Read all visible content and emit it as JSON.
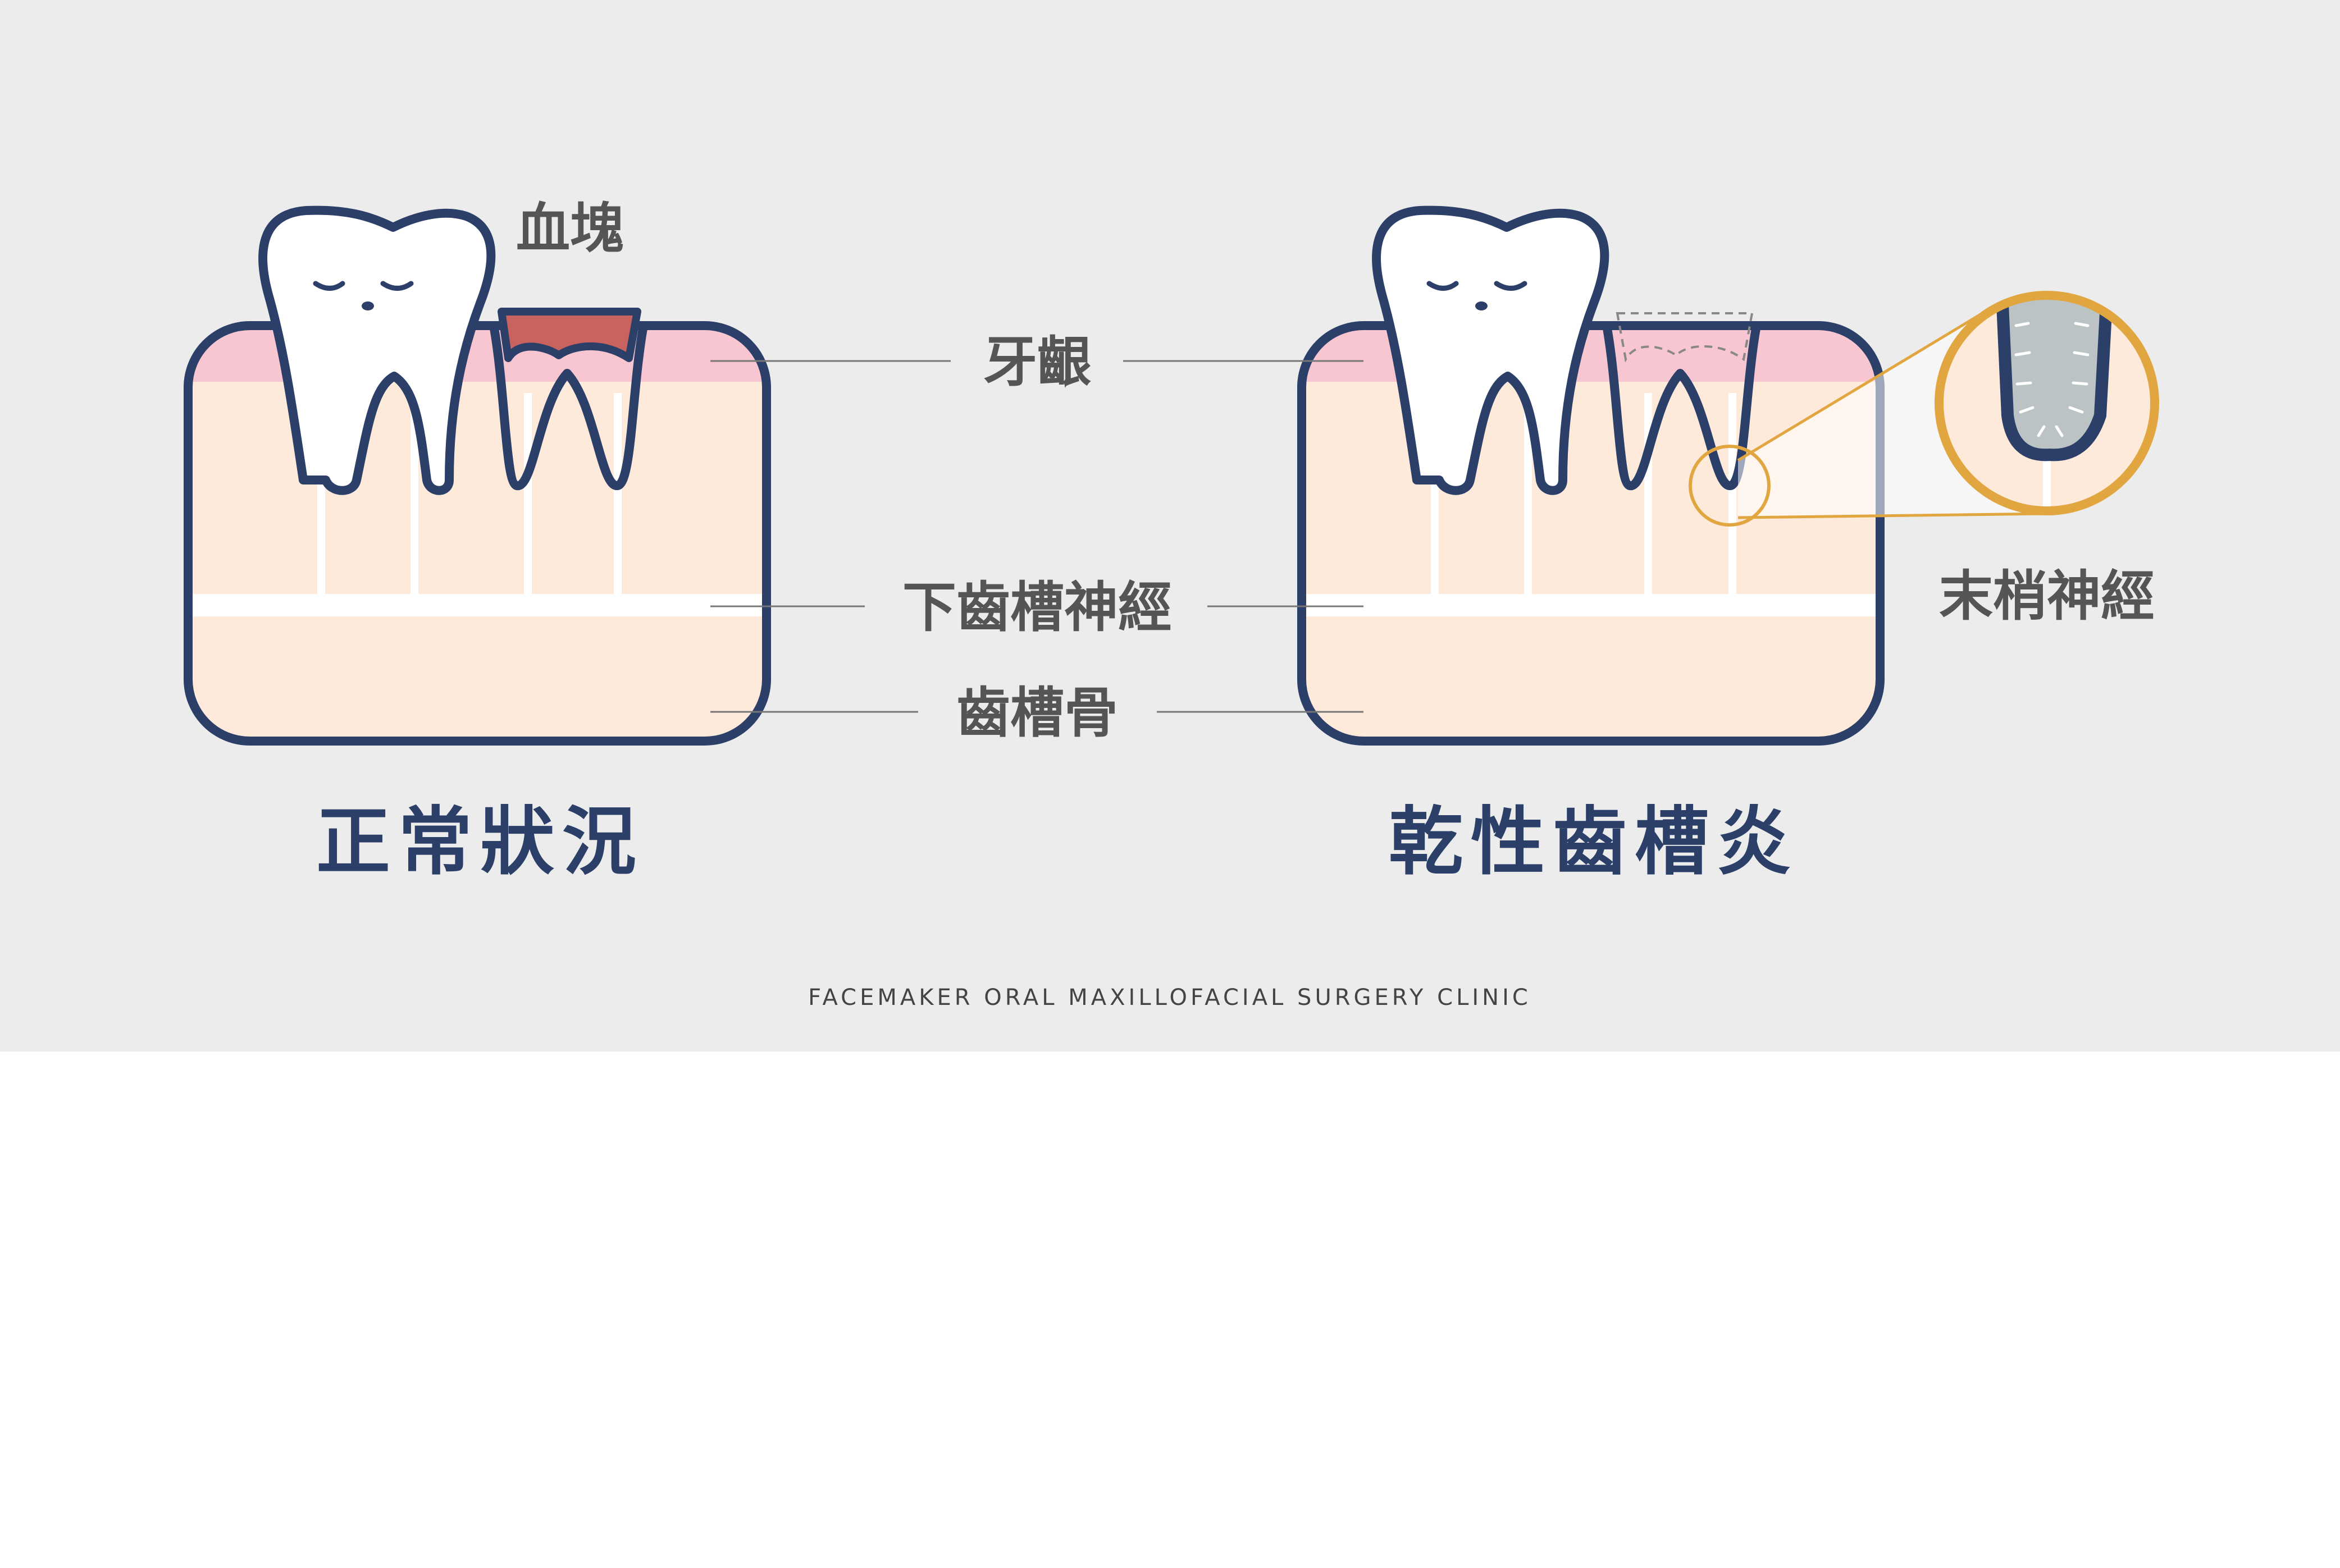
{
  "labels": {
    "blood_clot": "血塊",
    "gum": "牙齦",
    "inferior_alveolar_nerve": "下齒槽神經",
    "alveolar_bone": "齒槽骨",
    "nerve_endings": "末梢神經"
  },
  "titles": {
    "normal": "正常狀況",
    "dry_socket": "乾性齒槽炎"
  },
  "footer": "FACEMAKER ORAL MAXILLOFACIAL SURGERY CLINIC",
  "colors": {
    "background": "#ececec",
    "outline": "#2b3f69",
    "gum": "#f8c6d1",
    "bone": "#fdeadb",
    "blood_clot": "#c9635f",
    "magnifier": "#e2a640",
    "exposed_bone": "#bcc3c4",
    "label_text": "#555555",
    "leader_line": "#777777"
  }
}
